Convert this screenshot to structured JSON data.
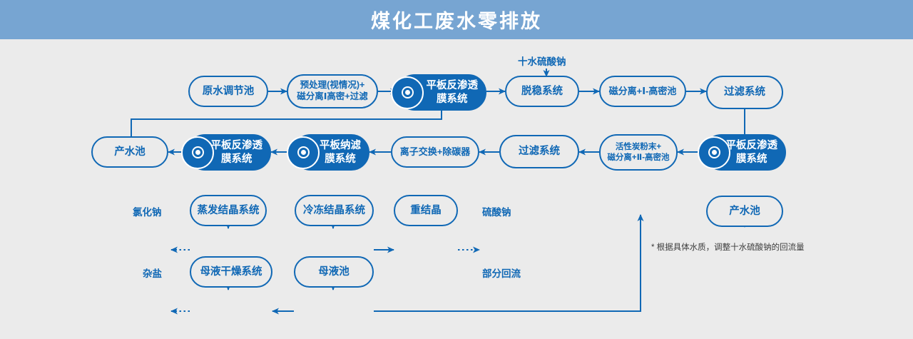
{
  "header": {
    "title": "煤化工废水零排放",
    "banner_color": "#77a5d2"
  },
  "theme": {
    "accent": "#1068b5",
    "background": "#ebebeb",
    "node_text": "#1068b5",
    "filled_node_text": "#ffffff"
  },
  "nodes": [
    {
      "id": "raw-water-tank",
      "label": "原水调节池",
      "style": "outline"
    },
    {
      "id": "pretreatment",
      "label": "预处理(视情况)+\n磁分离Ⅰ高密+过滤",
      "style": "outline"
    },
    {
      "id": "flat-ro-1",
      "label": "平板反渗透\n膜系统",
      "style": "filled"
    },
    {
      "id": "destabilization",
      "label": "脱稳系统",
      "style": "outline"
    },
    {
      "id": "mag-sep-1",
      "label": "磁分离+Ⅰ-高密池",
      "style": "outline"
    },
    {
      "id": "filtration-1",
      "label": "过滤系统",
      "style": "outline"
    },
    {
      "id": "product-water-tank-1",
      "label": "产水池",
      "style": "outline"
    },
    {
      "id": "flat-ro-2",
      "label": "平板反渗透\n膜系统",
      "style": "filled"
    },
    {
      "id": "flat-nf",
      "label": "平板纳滤\n膜系统",
      "style": "filled"
    },
    {
      "id": "ion-exchange",
      "label": "离子交换+除碳器",
      "style": "outline"
    },
    {
      "id": "filtration-2",
      "label": "过滤系统",
      "style": "outline"
    },
    {
      "id": "carbon-mag-sep-2",
      "label": "活性炭粉末+\n磁分离+Ⅱ-高密池",
      "style": "outline"
    },
    {
      "id": "flat-ro-3",
      "label": "平板反渗透\n膜系统",
      "style": "filled"
    },
    {
      "id": "product-water-tank-2",
      "label": "产水池",
      "style": "outline"
    },
    {
      "id": "evap-crystal",
      "label": "蒸发结晶系统",
      "style": "outline"
    },
    {
      "id": "freeze-crystal",
      "label": "冷冻结晶系统",
      "style": "outline"
    },
    {
      "id": "recrystal",
      "label": "重结晶",
      "style": "outline"
    },
    {
      "id": "mother-liquor-dryer",
      "label": "母液干燥系统",
      "style": "outline"
    },
    {
      "id": "mother-liquor-tank",
      "label": "母液池",
      "style": "outline"
    }
  ],
  "labels": {
    "sodium_sulfate_decahydrate": "十水硫酸钠",
    "sodium_chloride": "氯化钠",
    "sodium_sulfate": "硫酸钠",
    "mixed_salt": "杂盐",
    "partial_reflux": "部分回流",
    "footnote": "* 根据具体水质，调整十水硫酸钠的回流量"
  },
  "edges": [
    {
      "from": "raw-water-tank",
      "to": "pretreatment",
      "style": "solid"
    },
    {
      "from": "pretreatment",
      "to": "flat-ro-1",
      "style": "solid"
    },
    {
      "from": "flat-ro-1",
      "to": "destabilization",
      "style": "solid"
    },
    {
      "from": "destabilization",
      "to": "mag-sep-1",
      "style": "solid"
    },
    {
      "from": "mag-sep-1",
      "to": "filtration-1",
      "style": "solid"
    },
    {
      "from": "flat-ro-1",
      "to": "product-water-tank-1",
      "style": "solid"
    },
    {
      "from": "filtration-1",
      "to": "flat-ro-3",
      "style": "solid"
    },
    {
      "from": "flat-ro-3",
      "to": "product-water-tank-2",
      "style": "solid"
    },
    {
      "from": "flat-ro-3",
      "to": "carbon-mag-sep-2",
      "style": "solid"
    },
    {
      "from": "carbon-mag-sep-2",
      "to": "filtration-2",
      "style": "solid"
    },
    {
      "from": "filtration-2",
      "to": "ion-exchange",
      "style": "solid"
    },
    {
      "from": "ion-exchange",
      "to": "flat-nf",
      "style": "solid"
    },
    {
      "from": "flat-nf",
      "to": "flat-ro-2",
      "style": "solid"
    },
    {
      "from": "flat-ro-2",
      "to": "product-water-tank-1",
      "style": "solid"
    },
    {
      "from": "flat-ro-2",
      "to": "evap-crystal",
      "style": "solid"
    },
    {
      "from": "flat-nf",
      "to": "freeze-crystal",
      "style": "solid"
    },
    {
      "from": "evap-crystal",
      "to": "sodium_chloride",
      "style": "dotted"
    },
    {
      "from": "freeze-crystal",
      "to": "recrystal",
      "style": "solid"
    },
    {
      "from": "recrystal",
      "to": "sodium_sulfate",
      "style": "dotted"
    },
    {
      "from": "evap-crystal",
      "to": "mother-liquor-dryer",
      "style": "solid"
    },
    {
      "from": "freeze-crystal",
      "to": "mother-liquor-tank",
      "style": "solid"
    },
    {
      "from": "mother-liquor-tank",
      "to": "mother-liquor-dryer",
      "style": "solid"
    },
    {
      "from": "mother-liquor-dryer",
      "to": "mixed_salt",
      "style": "dotted"
    },
    {
      "from": "mother-liquor-tank",
      "to": "carbon-mag-sep-2",
      "style": "solid",
      "label": "部分回流"
    },
    {
      "from": "sodium_sulfate_decahydrate",
      "to": "destabilization",
      "style": "solid"
    }
  ]
}
